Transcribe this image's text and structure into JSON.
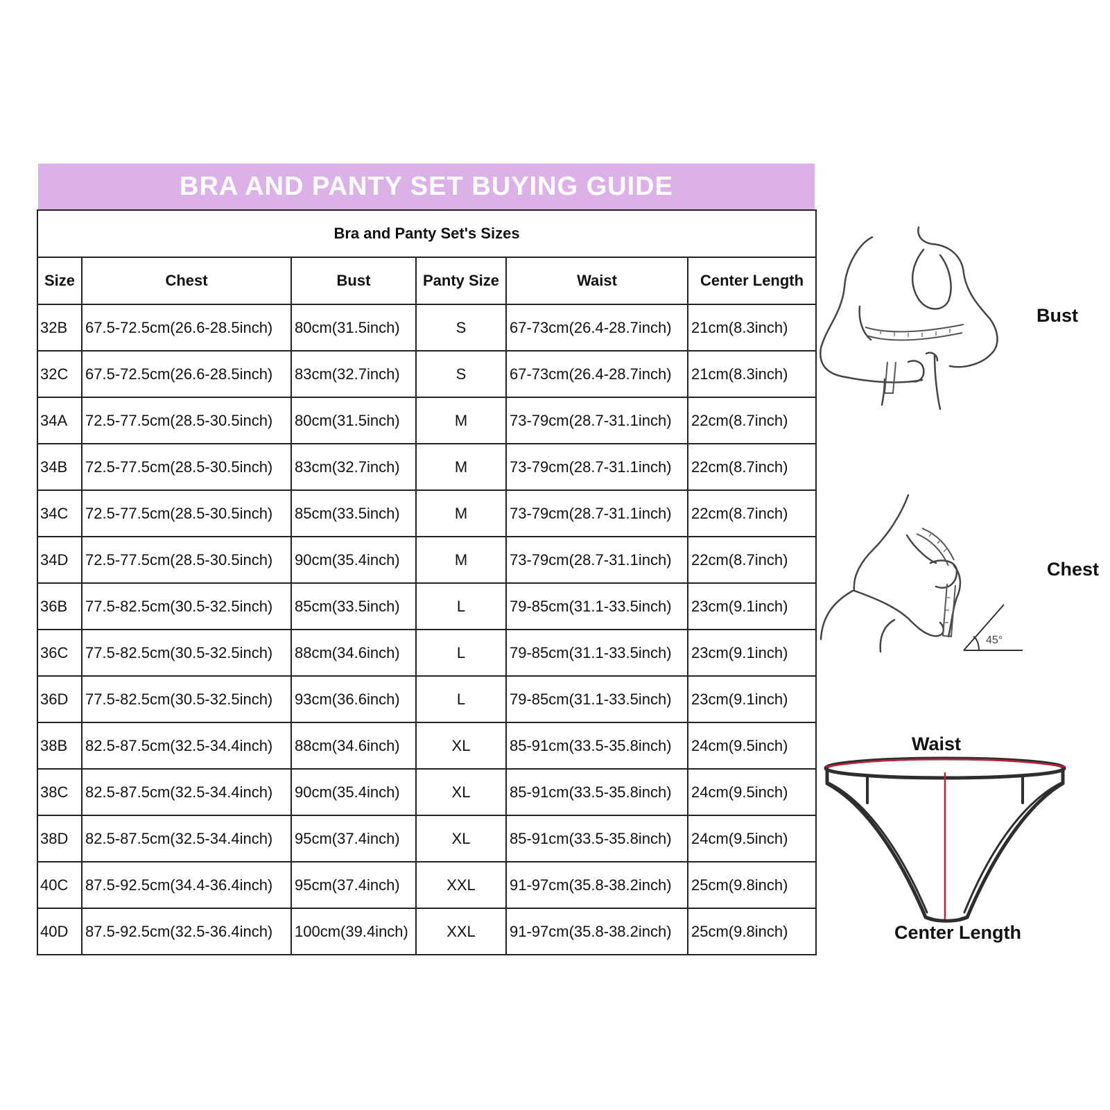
{
  "title": "BRA AND PANTY SET BUYING GUIDE",
  "table": {
    "caption": "Bra and Panty Set's Sizes",
    "headers": [
      "Size",
      "Chest",
      "Bust",
      "Panty Size",
      "Waist",
      "Center Length"
    ],
    "rows": [
      [
        "32B",
        "67.5-72.5cm(26.6-28.5inch)",
        "80cm(31.5inch)",
        "S",
        "67-73cm(26.4-28.7inch)",
        "21cm(8.3inch)"
      ],
      [
        "32C",
        "67.5-72.5cm(26.6-28.5inch)",
        "83cm(32.7inch)",
        "S",
        "67-73cm(26.4-28.7inch)",
        "21cm(8.3inch)"
      ],
      [
        "34A",
        "72.5-77.5cm(28.5-30.5inch)",
        "80cm(31.5inch)",
        "M",
        "73-79cm(28.7-31.1inch)",
        "22cm(8.7inch)"
      ],
      [
        "34B",
        "72.5-77.5cm(28.5-30.5inch)",
        "83cm(32.7inch)",
        "M",
        "73-79cm(28.7-31.1inch)",
        "22cm(8.7inch)"
      ],
      [
        "34C",
        "72.5-77.5cm(28.5-30.5inch)",
        "85cm(33.5inch)",
        "M",
        "73-79cm(28.7-31.1inch)",
        "22cm(8.7inch)"
      ],
      [
        "34D",
        "72.5-77.5cm(28.5-30.5inch)",
        "90cm(35.4inch)",
        "M",
        "73-79cm(28.7-31.1inch)",
        "22cm(8.7inch)"
      ],
      [
        "36B",
        "77.5-82.5cm(30.5-32.5inch)",
        "85cm(33.5inch)",
        "L",
        "79-85cm(31.1-33.5inch)",
        "23cm(9.1inch)"
      ],
      [
        "36C",
        "77.5-82.5cm(30.5-32.5inch)",
        "88cm(34.6inch)",
        "L",
        "79-85cm(31.1-33.5inch)",
        "23cm(9.1inch)"
      ],
      [
        "36D",
        "77.5-82.5cm(30.5-32.5inch)",
        "93cm(36.6inch)",
        "L",
        "79-85cm(31.1-33.5inch)",
        "23cm(9.1inch)"
      ],
      [
        "38B",
        "82.5-87.5cm(32.5-34.4inch)",
        "88cm(34.6inch)",
        "XL",
        "85-91cm(33.5-35.8inch)",
        "24cm(9.5inch)"
      ],
      [
        "38C",
        "82.5-87.5cm(32.5-34.4inch)",
        "90cm(35.4inch)",
        "XL",
        "85-91cm(33.5-35.8inch)",
        "24cm(9.5inch)"
      ],
      [
        "38D",
        "82.5-87.5cm(32.5-34.4inch)",
        "95cm(37.4inch)",
        "XL",
        "85-91cm(33.5-35.8inch)",
        "24cm(9.5inch)"
      ],
      [
        "40C",
        "87.5-92.5cm(34.4-36.4inch)",
        "95cm(37.4inch)",
        "XXL",
        "91-97cm(35.8-38.2inch)",
        "25cm(9.8inch)"
      ],
      [
        "40D",
        "87.5-92.5cm(32.5-36.4inch)",
        "100cm(39.4inch)",
        "XXL",
        "91-97cm(35.8-38.2inch)",
        "25cm(9.8inch)"
      ]
    ]
  },
  "illustrations": {
    "bust_label": "Bust",
    "chest_label": "Chest",
    "angle_label": "45°",
    "waist_label": "Waist",
    "center_length_label": "Center Length"
  },
  "colors": {
    "banner": "#dcb1e8",
    "measure_line": "#c0203a",
    "outline": "#333333"
  }
}
